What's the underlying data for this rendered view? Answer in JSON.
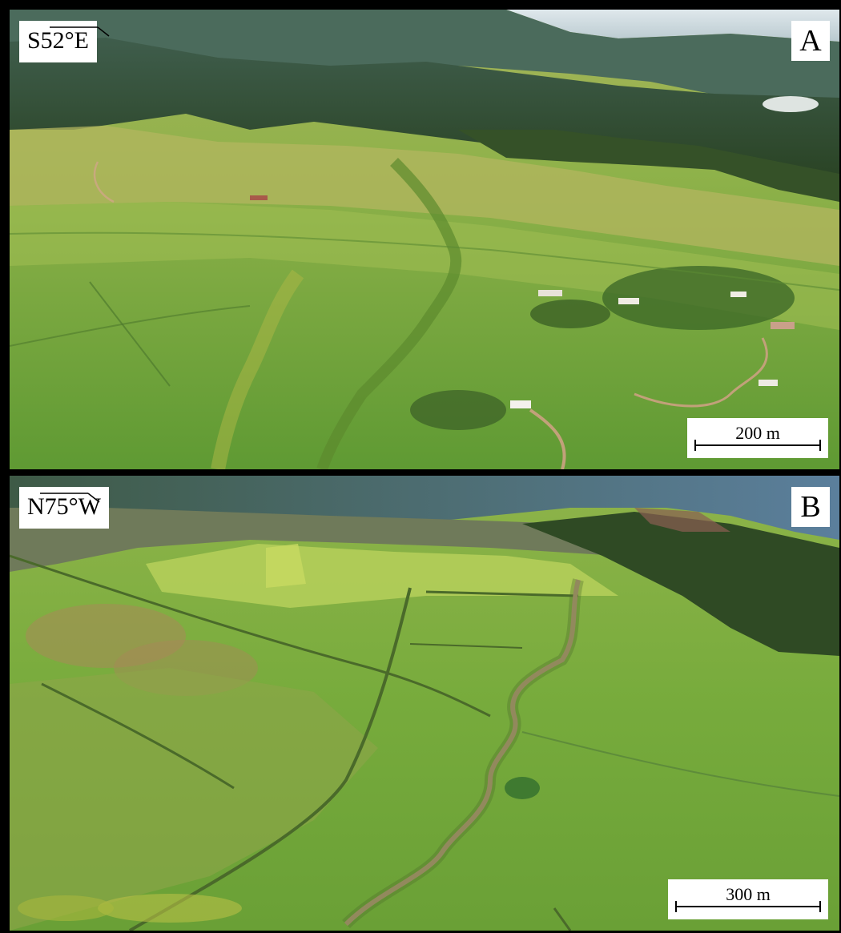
{
  "panels": {
    "a": {
      "bearing": "S52°E",
      "letter": "A",
      "scale_label": "200 m"
    },
    "b": {
      "bearing": "N75°W",
      "letter": "B",
      "scale_label": "300 m"
    }
  },
  "colors": {
    "frame": "#000000",
    "label_bg": "#ffffff",
    "forest": "#2f4a22",
    "grass": "#7fae44",
    "pasture": "#a8b85a",
    "sky": "#e8eef0",
    "mountain": "#5a7a8a"
  }
}
